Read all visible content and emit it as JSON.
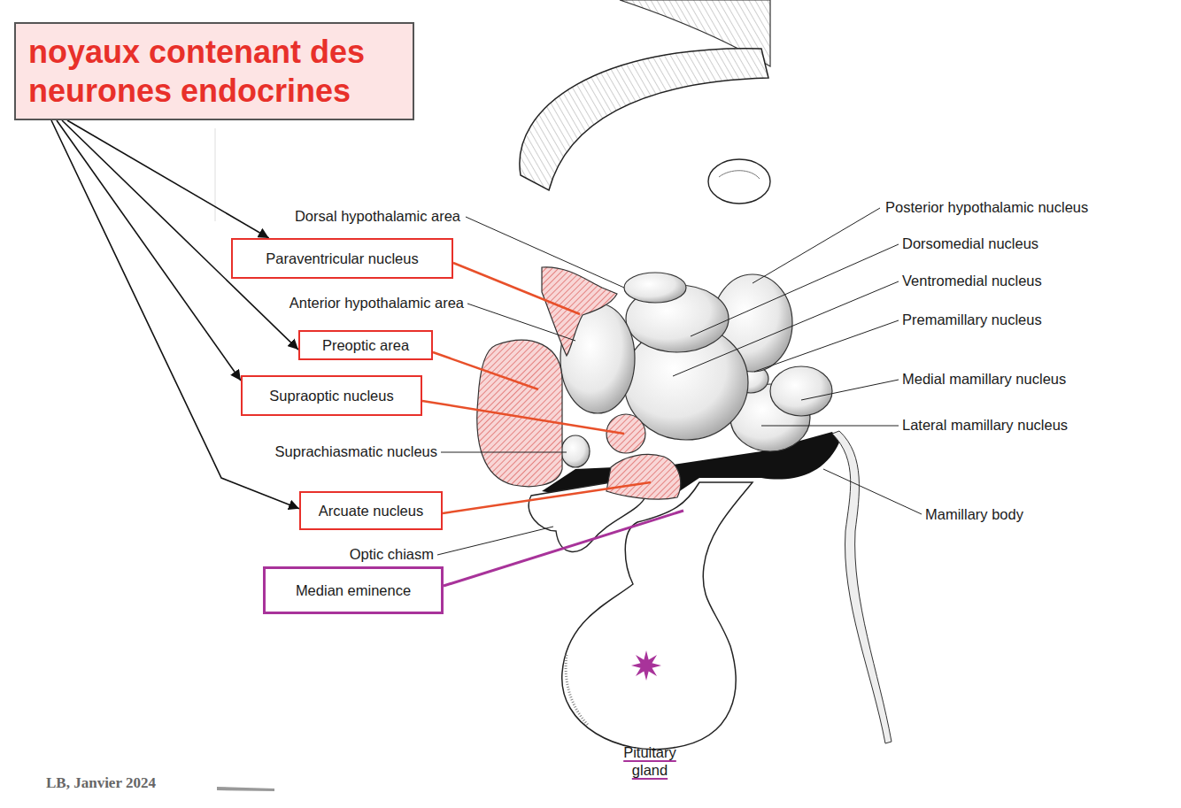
{
  "diagram": {
    "nodes": [
      {
        "text": [
          "noyaux contenant des neurones endocrines"
        ]
      },
      {
        "text": [
          "Paraventricular nucleus"
        ]
      },
      {
        "text": [
          "Preoptic area"
        ]
      },
      {
        "text": [
          "Supraoptic nucleus"
        ]
      },
      {
        "text": [
          "Arcuate nucleus"
        ]
      },
      {
        "text": [
          "Median eminence"
        ]
      }
    ],
    "edges": [
      {
        "from": 0,
        "to": 1,
        "arrow": "to"
      },
      {
        "from": 0,
        "to": 2,
        "arrow": "to"
      },
      {
        "from": 0,
        "to": 3,
        "arrow": "to"
      },
      {
        "from": 0,
        "to": 4,
        "arrow": "to"
      }
    ],
    "labels": [
      "Dorsal hypothalamic area",
      "Anterior hypothalamic area",
      "Suprachiasmatic nucleus",
      "Optic chiasm",
      "Posterior hypothalamic nucleus",
      "Dorsomedial nucleus",
      "Ventromedial nucleus",
      "Premamillary nucleus",
      "Medial mamillary nucleus",
      "Lateral mamillary nucleus",
      "Mamillary body",
      "Pituitary gland",
      "LB, Janvier 2024"
    ]
  }
}
